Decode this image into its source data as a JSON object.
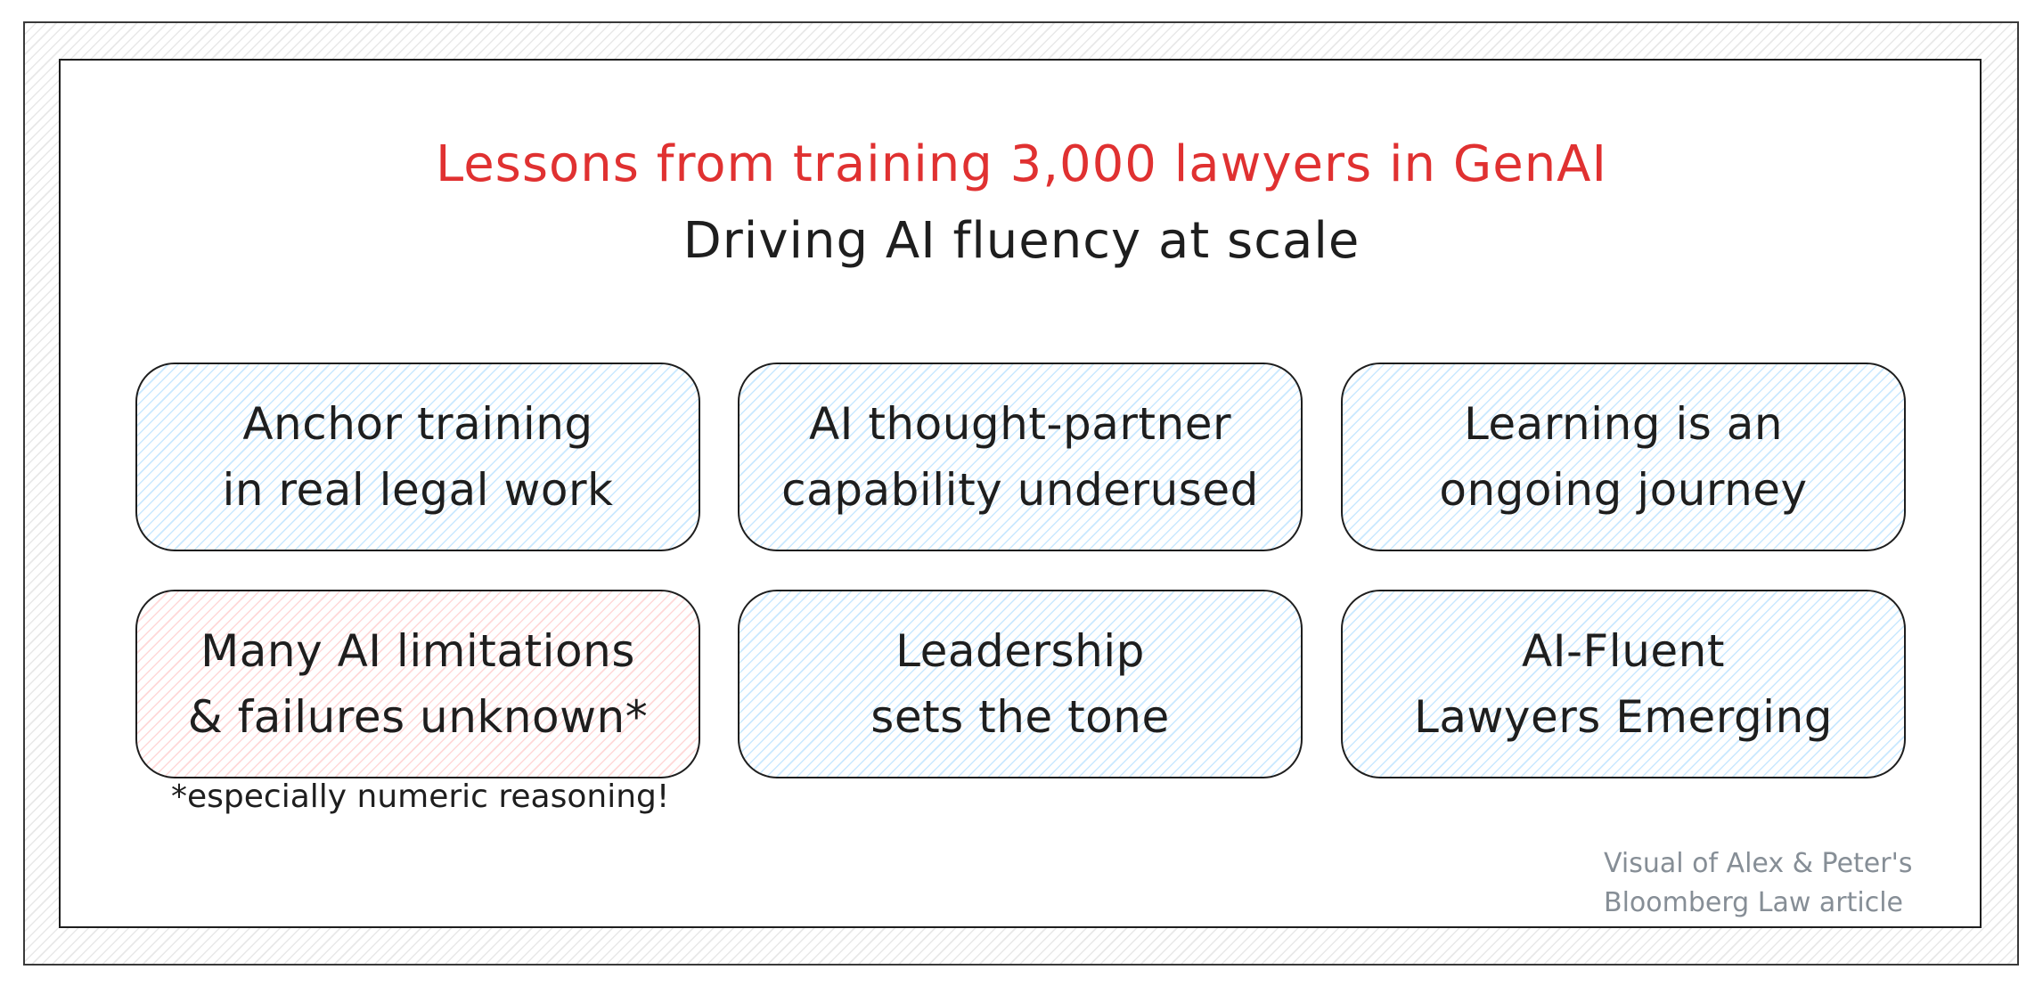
{
  "title": "Lessons from training 3,000 lawyers in GenAI",
  "subtitle": "Driving AI fluency at scale",
  "cards": [
    {
      "text": "Anchor training\nin real legal work"
    },
    {
      "text": "AI thought-partner\ncapability underused"
    },
    {
      "text": "Learning is an\nongoing journey"
    },
    {
      "text": "Many AI limitations\n& failures unknown*"
    },
    {
      "text": "Leadership\nsets the tone"
    },
    {
      "text": "AI-Fluent\nLawyers Emerging"
    }
  ],
  "footnote": "*especially numeric reasoning!",
  "credit": "Visual of Alex & Peter's\nBloomberg Law article",
  "colors": {
    "title": "#e03131",
    "text": "#1e1e1e",
    "card_fill": "#a5d8ff",
    "card_fill_warning": "#ffc9c9",
    "credit": "#868e96"
  }
}
